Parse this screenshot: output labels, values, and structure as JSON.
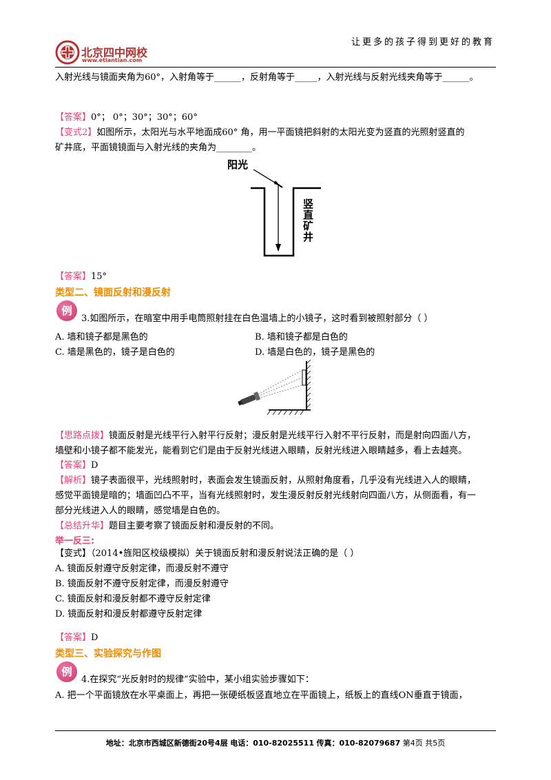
{
  "header": {
    "tagline": "让更多的孩子得到更好的教育",
    "logo_name": "北京四中网校",
    "logo_url": "www.etiantian.com"
  },
  "content": {
    "line1": "入射光线与镜面夹角为60°，入射角等于______，反射角等于_____，入射光线与反射光线夹角等于______。",
    "answer_label": "【答案】",
    "ans1": "0°；  0°；30°；30°；60°",
    "variant2_label": "【变式2】",
    "variant2_text1": "如图所示，太阳光与水平地面成60° 角，用一平面镜把斜射的太阳光变为竖直的光照射竖直的",
    "variant2_text2": "矿井底，平面镜镜面与入射光线的夹角为________。",
    "diagram1_sun": "阳光",
    "diagram1_shaft": [
      "竖",
      "直",
      "矿",
      "井"
    ],
    "ans2": "15°",
    "type2_heading": "类型二、镜面反射和漫反射",
    "example_badge": "例",
    "q3": "3.如图所示，在暗室中用手电筒照射挂在白色温墙上的小镜子，这时看到被照射部分（      ）",
    "q3_options": {
      "a": "A. 墙和镜子都是黑色的",
      "b": "B. 墙和镜子都是白色的",
      "c": "C. 墙是黑色的，镜子是白色的",
      "d": "D. 墙是白色的，镜子是黑色的"
    },
    "hint_label": "【思路点拨】",
    "hint1": "镜面反射是光线平行入射平行反射；漫反射是光线平行入射不平行反射，而是射向四面八方，",
    "hint2": "墙壁和小镜子都不能发光，能看到它们是由于反射光线进入眼睛，反射光线进入眼睛越多，看上去越亮。",
    "ans3": "D",
    "analysis_label": "【解析】",
    "analysis1": "镜子表面很平，光线照射时，表面会发生镜面反射，从照射角度看，几乎没有光线进入人的眼睛，",
    "analysis2": "感觉平面镜是暗的；墙面凹凸不平，当有光线照射时，发生漫反射反射光线射向四面八方，从侧面看，有一",
    "analysis3": "部分光线进入人的眼睛，感觉墙是白色的。",
    "summary_label": "【总结升华】",
    "summary": "题目主要考察了镜面反射和漫反射的不同。",
    "extend_heading": "举一反三:",
    "variant_label": "【变式】",
    "variant_text": "（2014•旌阳区校级模拟）关于镜面反射和漫反射说法正确的是（      ）",
    "variant_options": [
      "A. 镜面反射遵守反射定律，而漫反射不遵守",
      "B. 镜面反射不遵守反射定律，而漫反射遵守",
      "C. 镜面反射和漫反射都不遵守反射定律",
      "D. 镜面反射和漫反射都遵守反射定律"
    ],
    "ans4": "D",
    "type3_heading": "类型三、实验探究与作图",
    "q4": "4.在探究“光反射时的规律”实验中，某小组实验步骤如下：",
    "q4_a": "A. 把一个平面镜放在水平桌面上，再把一张硬纸板竖直地立在平面镜上，纸板上的直线ON垂直于镜面，"
  },
  "footer": {
    "address_label": "地址：",
    "address": "北京市西城区新德街20号4层",
    "phone_label": "电话：",
    "phone": "010-82025511",
    "fax_label": "传真：",
    "fax": "010-82079687",
    "page": "第4页  共5页"
  }
}
